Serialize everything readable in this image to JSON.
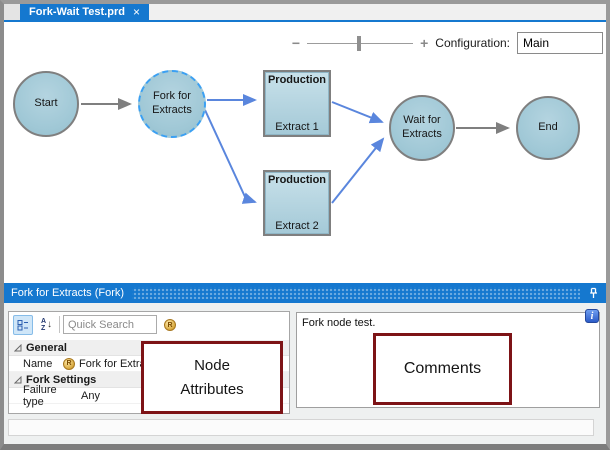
{
  "tab": {
    "title": "Fork-Wait Test.prd",
    "close_icon": "×"
  },
  "zoom_toolbar": {
    "zoom_out_icon": "−",
    "zoom_in_icon": "+",
    "configuration_label": "Configuration:",
    "configuration_value": "Main"
  },
  "diagram": {
    "nodes": {
      "start": "Start",
      "fork": "Fork for\nExtracts",
      "production1": {
        "header": "Production",
        "label": "Extract 1"
      },
      "production2": {
        "header": "Production",
        "label": "Extract 2"
      },
      "wait": "Wait for\nExtracts",
      "end": "End"
    },
    "colors": {
      "node_fill": "#a9cdda",
      "node_border": "#7f7f7f",
      "selected_dashed_border": "#3ba0f2",
      "edge_gray": "#7f7f7f",
      "edge_blue": "#5a86dd",
      "accent_blue": "#1578cf",
      "annotation_maroon": "#7d1316"
    }
  },
  "dock_panel": {
    "header_title": "Fork for Extracts (Fork)"
  },
  "properties": {
    "search_placeholder": "Quick Search",
    "sort_icon": {
      "a": "A",
      "z": "Z",
      "arrow": "↓"
    },
    "badge_letter": "R",
    "groups": [
      {
        "label": "General",
        "rows": [
          {
            "label": "Name",
            "value": "Fork for Extracts",
            "has_badge": true
          }
        ]
      },
      {
        "label": "Fork Settings",
        "rows": [
          {
            "label": "Failure type",
            "value": "Any",
            "has_badge": false
          }
        ]
      }
    ]
  },
  "comments": {
    "text": "Fork node test.",
    "info_icon": "i"
  },
  "annotations": {
    "node_attributes": "Node\nAttributes",
    "comments": "Comments"
  }
}
